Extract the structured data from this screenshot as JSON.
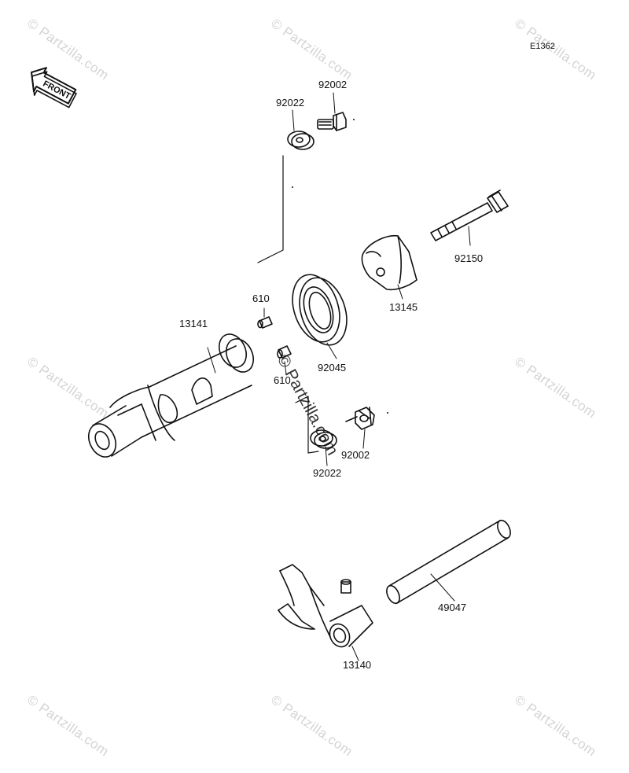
{
  "diagram": {
    "code": "E1362",
    "front_label": "FRONT",
    "watermark": "© Partzilla.com",
    "watermark_center": "© Partzilla.com",
    "parts": [
      {
        "id": "p92002a",
        "label": "92002"
      },
      {
        "id": "p92022a",
        "label": "92022"
      },
      {
        "id": "p92150",
        "label": "92150"
      },
      {
        "id": "p13145",
        "label": "13145"
      },
      {
        "id": "p610a",
        "label": "610"
      },
      {
        "id": "p13141",
        "label": "13141"
      },
      {
        "id": "p92045",
        "label": "92045"
      },
      {
        "id": "p610b",
        "label": "610"
      },
      {
        "id": "p92002b",
        "label": "92002"
      },
      {
        "id": "p92022b",
        "label": "92022"
      },
      {
        "id": "p49047",
        "label": "49047"
      },
      {
        "id": "p13140",
        "label": "13140"
      }
    ]
  }
}
